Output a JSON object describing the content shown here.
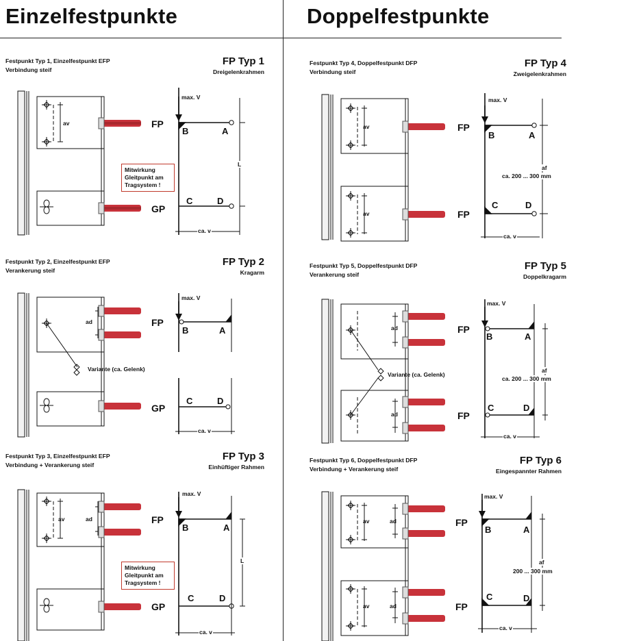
{
  "columns": {
    "left_title": "Einzelfestpunkte",
    "right_title": "Doppelfestpunkte"
  },
  "panels": [
    {
      "id": "typ1",
      "desc_line1": "Festpunkt Typ 1, Einzelfestpunkt EFP",
      "desc_line2": "Verbindung steif",
      "title": "FP Typ 1",
      "subtitle": "Dreigelenkrahmen",
      "maxv": "",
      "note": "Mitwirkung Gleitpunkt am Tragsystem !",
      "dim_top": "av",
      "dim_top2": "",
      "dim_bottom": "",
      "dim_bottom2": "",
      "variante": "",
      "label_upper": "FP",
      "label_lower": "GP",
      "corner_b": "B",
      "corner_a": "A",
      "corner_c": "C",
      "corner_d": "D",
      "span_label": "L",
      "span_label2": "",
      "width_label": "ca. v"
    },
    {
      "id": "typ2",
      "desc_line1": "Festpunkt Typ 2, Einzelfestpunkt EFP",
      "desc_line2": "Verankerung steif",
      "title": "FP Typ 2",
      "subtitle": "Kragarm",
      "maxv": "max. V",
      "note": "",
      "dim_top": "ad",
      "variante": "Variante (ca. Gelenk)",
      "label_upper": "FP",
      "label_lower": "GP",
      "corner_b": "B",
      "corner_a": "A",
      "corner_c": "C",
      "corner_d": "D",
      "width_label": "ca. v"
    },
    {
      "id": "typ3",
      "desc_line1": "Festpunkt Typ 3, Einzelfestpunkt EFP",
      "desc_line2": "Verbindung + Verankerung steif",
      "title": "FP Typ 3",
      "subtitle": "Einhüftiger Rahmen",
      "maxv": "max. V",
      "note": "Mitwirkung Gleitpunkt am Tragsystem !",
      "dim_top": "av",
      "dim_top2": "ad",
      "label_upper": "FP",
      "label_lower": "GP",
      "corner_b": "B",
      "corner_a": "A",
      "corner_c": "C",
      "corner_d": "D",
      "span_label": "L",
      "width_label": "ca. v"
    },
    {
      "id": "typ4",
      "desc_line1": "Festpunkt Typ 4, Doppelfestpunkt DFP",
      "desc_line2": "Verbindung steif",
      "title": "FP Typ 4",
      "subtitle": "Zweigelenkrahmen",
      "maxv": "max. V",
      "dim_top": "av",
      "dim_bottom": "av",
      "label_upper": "FP",
      "label_lower": "FP",
      "corner_b": "B",
      "corner_a": "A",
      "corner_c": "C",
      "corner_d": "D",
      "span_label": "af",
      "span_label2": "ca. 200 ... 300 mm",
      "width_label": "ca. v"
    },
    {
      "id": "typ5",
      "desc_line1": "Festpunkt Typ 5, Doppelfestpunkt DFP",
      "desc_line2": "Verankerung steif",
      "title": "FP Typ 5",
      "subtitle": "Doppelkragarm",
      "maxv": "max. V",
      "dim_top": "ad",
      "dim_bottom": "ad",
      "variante": "Variante (ca. Gelenk)",
      "label_upper": "FP",
      "label_lower": "FP",
      "corner_b": "B",
      "corner_a": "A",
      "corner_c": "C",
      "corner_d": "D",
      "span_label": "af",
      "span_label2": "ca. 200 ... 300 mm",
      "width_label": "ca. v"
    },
    {
      "id": "typ6",
      "desc_line1": "Festpunkt Typ 6, Doppelfestpunkt DFP",
      "desc_line2": "Verbindung + Verankerung steif",
      "title": "FP Typ 6",
      "subtitle": "Eingespannter Rahmen",
      "maxv": "max. V",
      "dim_top": "av",
      "dim_top2": "ad",
      "dim_bottom": "av",
      "dim_bottom2": "ad",
      "label_upper": "FP",
      "label_lower": "FP",
      "corner_b": "B",
      "corner_a": "A",
      "corner_c": "C",
      "corner_d": "D",
      "span_label": "af",
      "span_label2": "200 ... 300 mm",
      "width_label": "ca. v"
    }
  ],
  "colors": {
    "anchor_red": "#c8323a",
    "anchor_dark": "#7a1a1f",
    "note_border": "#c0392b",
    "line": "#111111"
  }
}
